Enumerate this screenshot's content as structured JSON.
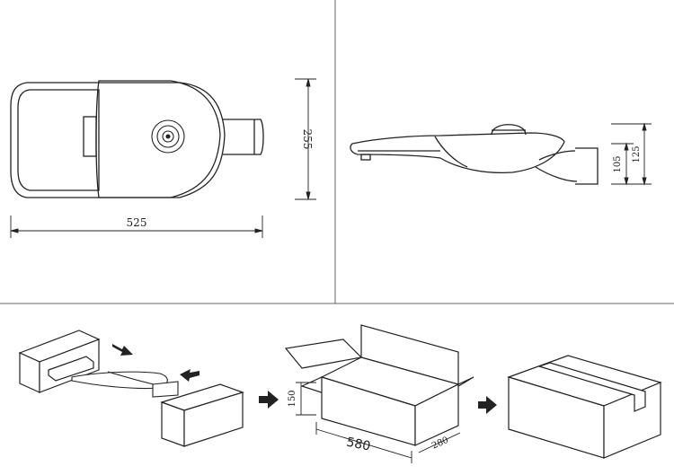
{
  "top_view": {
    "width_label": "525",
    "height_label": "255"
  },
  "side_view": {
    "height_label_a": "105",
    "height_label_b": "125"
  },
  "carton": {
    "length_label": "580",
    "width_label": "280",
    "height_label": "150"
  }
}
